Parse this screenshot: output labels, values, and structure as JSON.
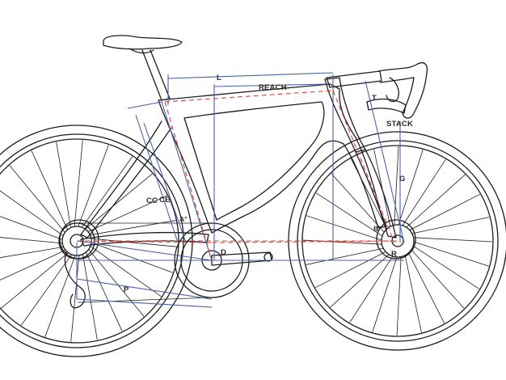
{
  "labels": {
    "l": "L",
    "reach": "REACH",
    "t": "T",
    "stack": "STACK",
    "cc": "CC",
    "ce": "CE",
    "g": "G",
    "a": "A°",
    "d": "D",
    "b": "B°",
    "r": "R",
    "p": "P"
  },
  "colors": {
    "frame_line": "#1c1c1c",
    "geometry_blue": "#4a63a8",
    "geometry_red_dashed": "#e0403a"
  }
}
